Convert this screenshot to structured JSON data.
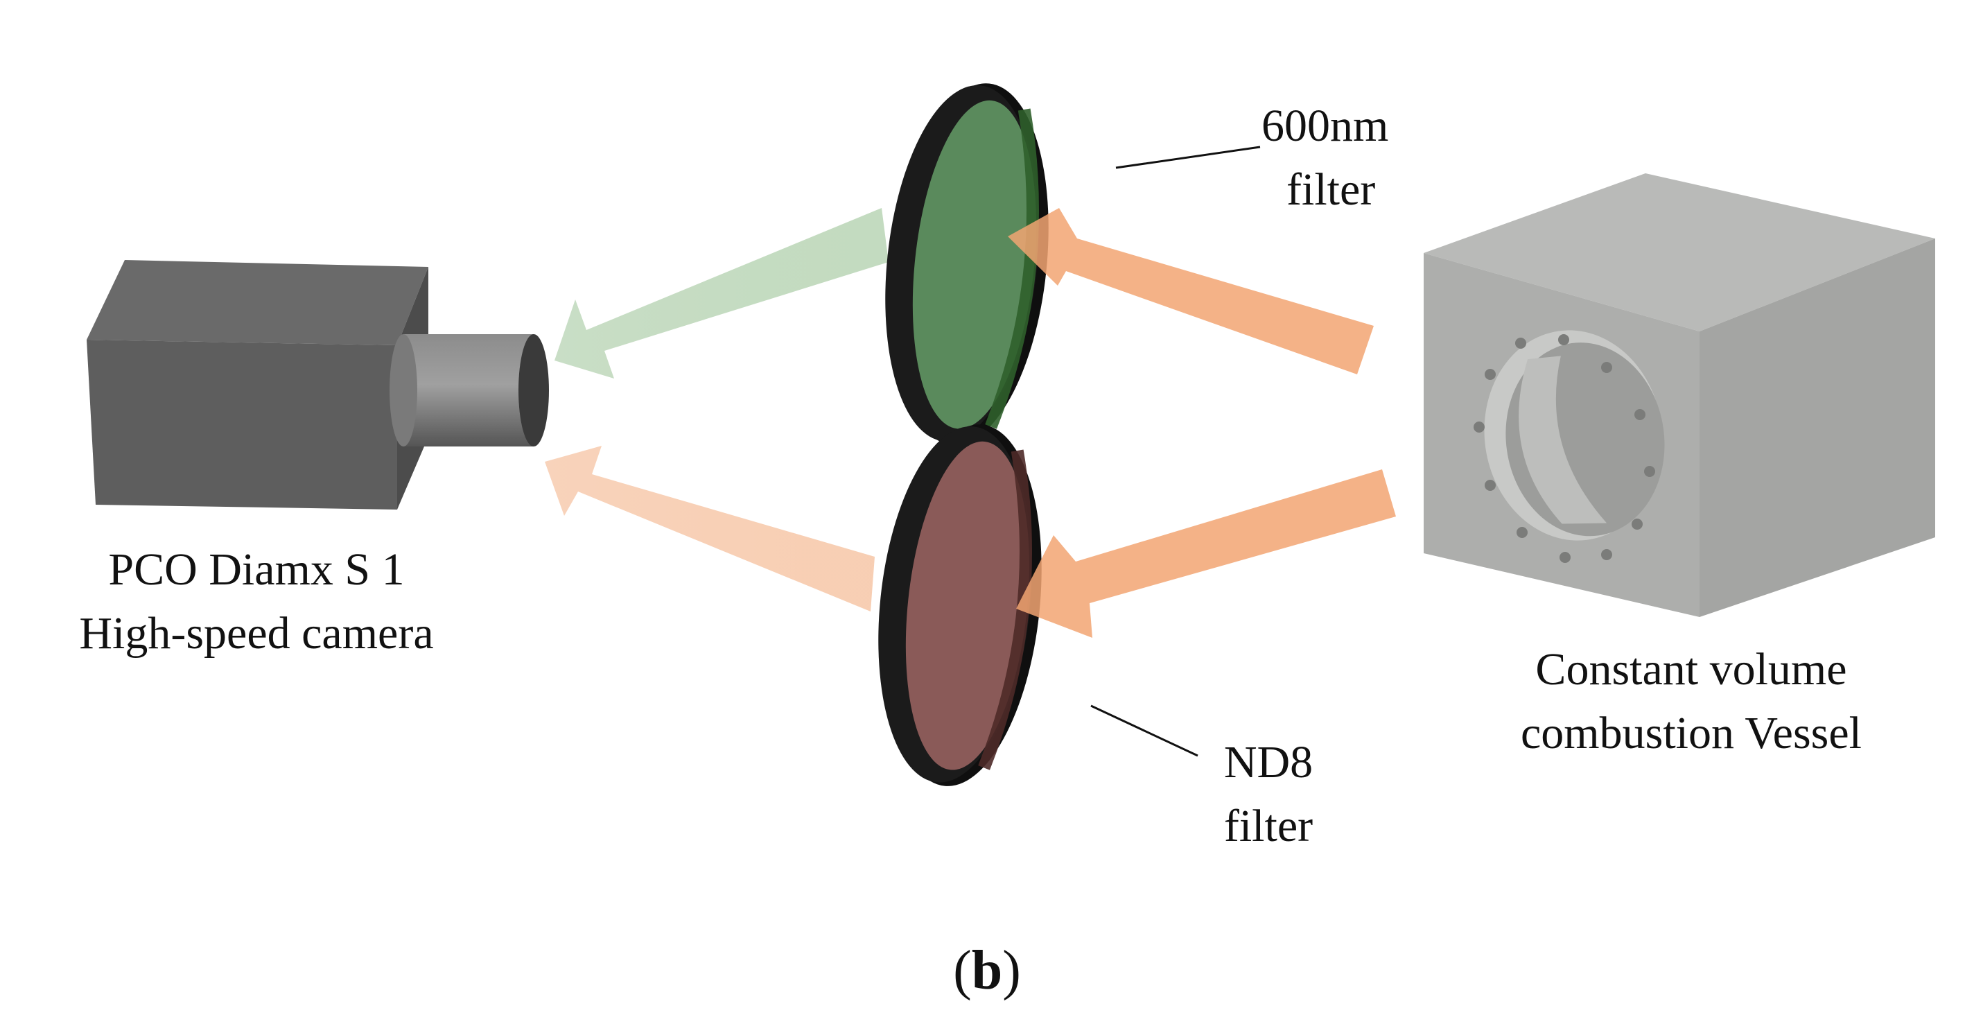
{
  "diagram": {
    "camera": {
      "label_line1": "PCO Diamx S 1",
      "label_line2": "High-speed camera"
    },
    "filter_top": {
      "label_line1": "600nm",
      "label_line2": "filter",
      "tint_color": "#5a8a5c"
    },
    "filter_bottom": {
      "label_line1": "ND8",
      "label_line2": "filter",
      "tint_color": "#8a5a58"
    },
    "vessel": {
      "label_line1": "Constant volume",
      "label_line2": "combustion Vessel"
    },
    "colors": {
      "light_arrow": "#f2a472",
      "filtered_green_arrow": "#c9dec6",
      "filtered_orange_arrow": "#f8d3bb",
      "housing": "#5f5f5f",
      "vessel": "#a9aaa8"
    },
    "panel_label": {
      "open": "(",
      "letter": "b",
      "close": ")"
    }
  }
}
